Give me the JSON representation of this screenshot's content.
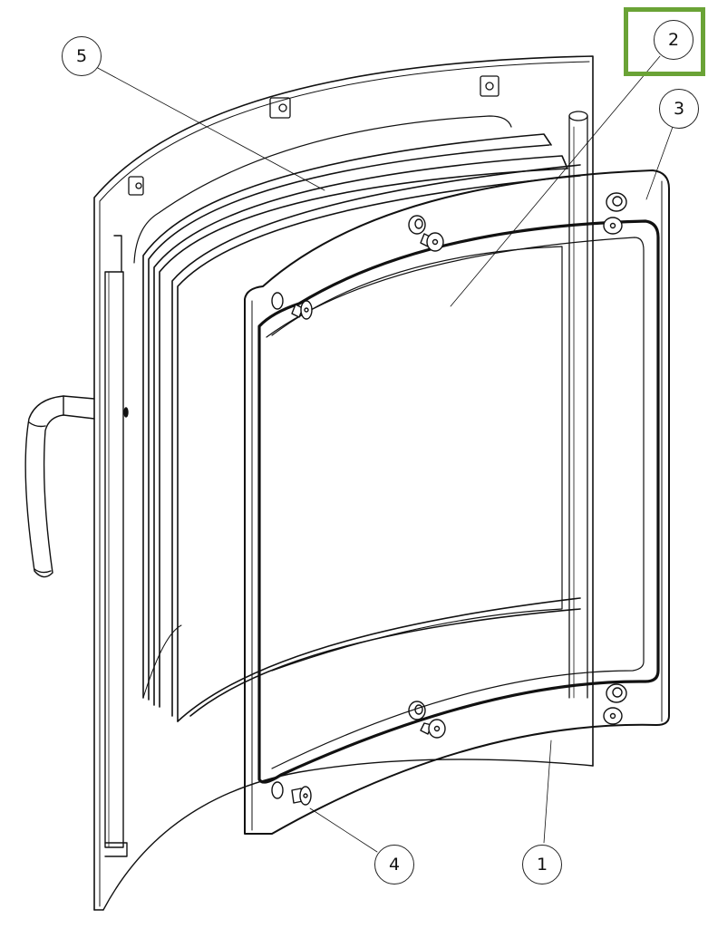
{
  "drawing": {
    "type": "exploded-assembly",
    "subject": "curved stove door with glass, gasket frame, clamping frame and screws",
    "highlight_color": "#6aa336",
    "line_color": "#111111",
    "background": "#ffffff"
  },
  "callouts": [
    {
      "id": "1",
      "label": "1",
      "part": "door panel"
    },
    {
      "id": "2",
      "label": "2",
      "part": "glass pane",
      "highlighted": true
    },
    {
      "id": "3",
      "label": "3",
      "part": "glass clamping frame"
    },
    {
      "id": "4",
      "label": "4",
      "part": "frame screw"
    },
    {
      "id": "5",
      "label": "5",
      "part": "glass gasket / seal"
    }
  ],
  "highlight": {
    "target_callout": "2"
  }
}
